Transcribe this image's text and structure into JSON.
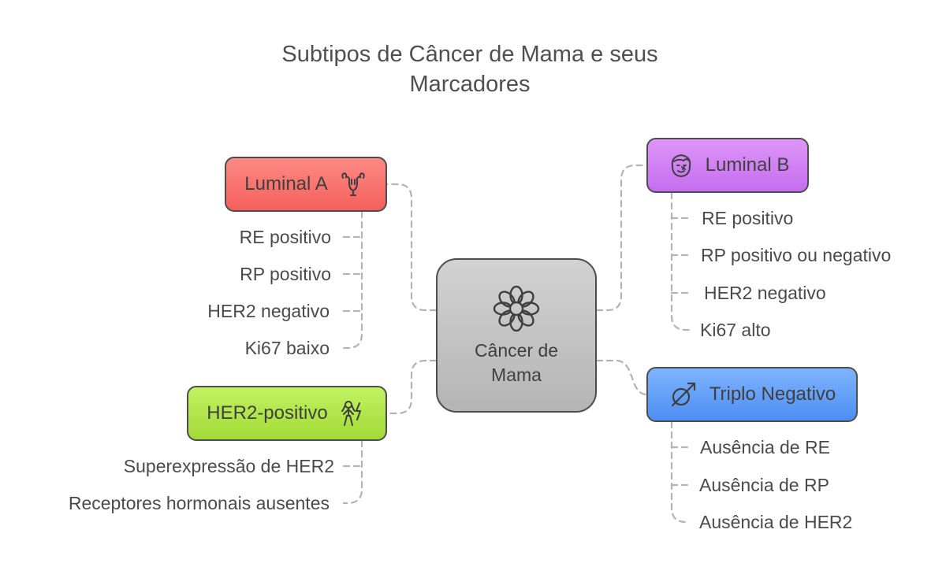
{
  "title": {
    "line1": "Subtipos de Câncer de Mama e seus",
    "line2": "Marcadores"
  },
  "colors": {
    "luminal_a": "#f4605b",
    "luminal_b": "#c56df0",
    "her2_positivo": "#a2da36",
    "triplo_negativo": "#4d8ef2",
    "center": "#c4c4c4",
    "connector": "#b3b3b3"
  },
  "center": {
    "label": "Câncer de Mama",
    "icon": "flower-icon"
  },
  "luminal_a": {
    "label": "Luminal A",
    "icon": "uterus-icon",
    "items": [
      "RE positivo",
      "RP positivo",
      "HER2 negativo",
      "Ki67 baixo"
    ]
  },
  "luminal_b": {
    "label": "Luminal B",
    "icon": "face-icon",
    "items": [
      "RE positivo",
      "RP positivo ou negativo",
      "HER2 negativo",
      "Ki67 alto"
    ]
  },
  "her2_positivo": {
    "label": "HER2-positivo",
    "icon": "woman-lightning-icon",
    "items": [
      "Superexpressão de HER2",
      "Receptores hormonais ausentes"
    ]
  },
  "triplo_negativo": {
    "label": "Triplo Negativo",
    "icon": "crossed-male-icon",
    "items": [
      "Ausência de RE",
      "Ausência de RP",
      "Ausência de HER2"
    ]
  }
}
